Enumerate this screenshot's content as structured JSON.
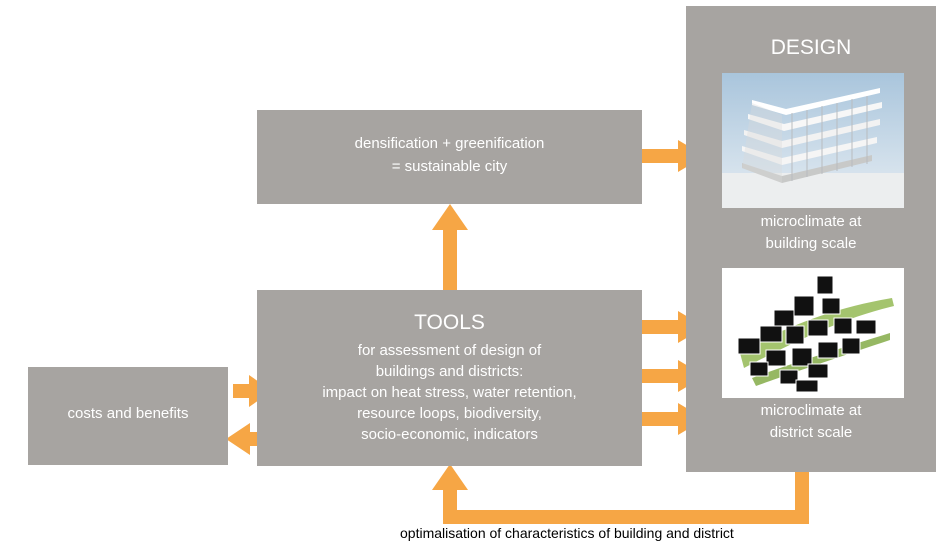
{
  "densify": {
    "line1": "densification + greenification",
    "line2": "= sustainable city"
  },
  "tools": {
    "title": "TOOLS",
    "lines": [
      "for assessment of design of",
      "buildings and districts:",
      "impact on heat stress, water retention,",
      "resource loops, biodiversity,",
      "socio-economic, indicators"
    ]
  },
  "costs": {
    "label": "costs and benefits"
  },
  "design": {
    "title": "DESIGN",
    "caption_building": {
      "line1": "microclimate at",
      "line2": "building scale"
    },
    "caption_district": {
      "line1": "microclimate at",
      "line2": "district scale"
    }
  },
  "footer": {
    "label": "optimalisation of characteristics of building and district"
  },
  "colors": {
    "box": "#a7a4a1",
    "arrow": "#f6a645",
    "text_on_box": "#ffffff"
  }
}
